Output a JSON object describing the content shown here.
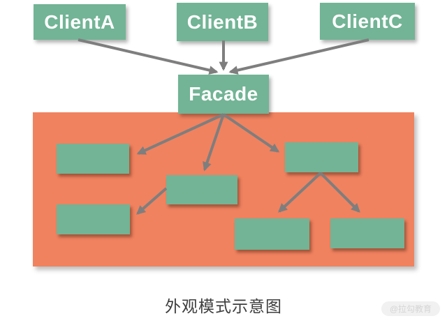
{
  "clients": [
    {
      "label": "ClientA"
    },
    {
      "label": "ClientB"
    },
    {
      "label": "ClientC"
    }
  ],
  "facade": {
    "label": "Facade"
  },
  "subsystem": {
    "box_count": 6
  },
  "caption": {
    "text": "外观模式示意图"
  },
  "watermark": {
    "text": "@拉勾教育"
  },
  "colors": {
    "node_green": "#72B495",
    "subsystem_orange": "#F0825F",
    "arrow_gray": "#7E7E7E",
    "caption_text": "#3D3D3D"
  }
}
